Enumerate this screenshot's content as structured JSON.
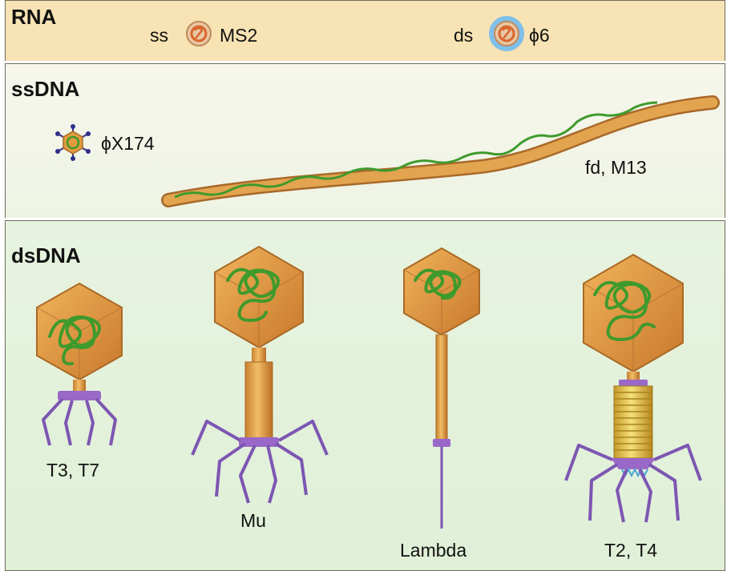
{
  "panels": {
    "rna": {
      "heading": "RNA",
      "items": [
        {
          "prefix": "ss",
          "name": "MS2"
        },
        {
          "prefix": "ds",
          "name": "ϕ6"
        }
      ]
    },
    "ssdna": {
      "heading": "ssDNA",
      "items": [
        {
          "name": "ϕX174"
        },
        {
          "name": "fd, M13"
        }
      ]
    },
    "dsdna": {
      "heading": "dsDNA",
      "items": [
        {
          "name": "T3, T7"
        },
        {
          "name": "Mu"
        },
        {
          "name": "Lambda"
        },
        {
          "name": "T2, T4"
        }
      ]
    }
  },
  "colors": {
    "capsid": "#e19a3e",
    "capsid_dark": "#b86a22",
    "dna": "#3f9a2c",
    "tail_fiber": "#7d56b2",
    "rna_band": "#f7e3b3"
  }
}
